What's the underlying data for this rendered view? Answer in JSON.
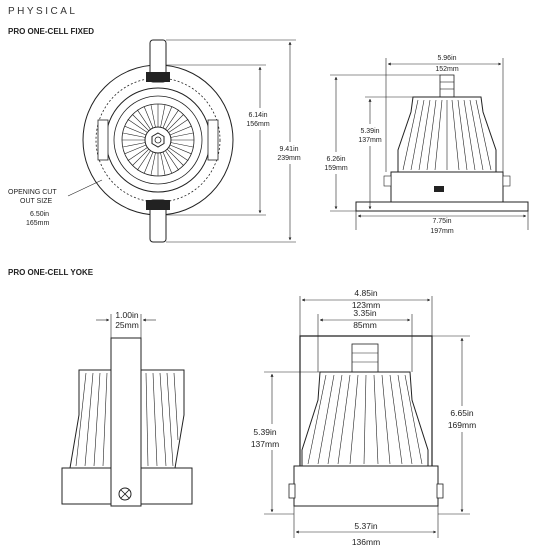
{
  "section_title": "PHYSICAL",
  "fixed": {
    "subtitle": "PRO ONE-CELL FIXED",
    "opening_cut_out_size": "OPENING CUT OUT SIZE",
    "cutout_in": "6.50in",
    "cutout_mm": "165mm",
    "height_front_in": "6.14in",
    "height_front_mm": "156mm",
    "overall_height_in": "9.41in",
    "overall_height_mm": "239mm",
    "top_width_in": "5.96in",
    "top_width_mm": "152mm",
    "body_height_in": "5.39in",
    "body_height_mm": "137mm",
    "side_height_in": "6.26in",
    "side_height_mm": "159mm",
    "flange_width_in": "7.75in",
    "flange_width_mm": "197mm"
  },
  "yoke": {
    "subtitle": "PRO ONE-CELL YOKE",
    "yoke_width_in": "1.00in",
    "yoke_width_mm": "25mm",
    "overall_width_in": "4.85in",
    "overall_width_mm": "123mm",
    "inner_width_in": "3.35in",
    "inner_width_mm": "85mm",
    "body_height_in": "5.39in",
    "body_height_mm": "137mm",
    "overall_height_in": "6.65in",
    "overall_height_mm": "169mm",
    "base_width_in": "5.37in",
    "base_width_mm": "136mm"
  }
}
